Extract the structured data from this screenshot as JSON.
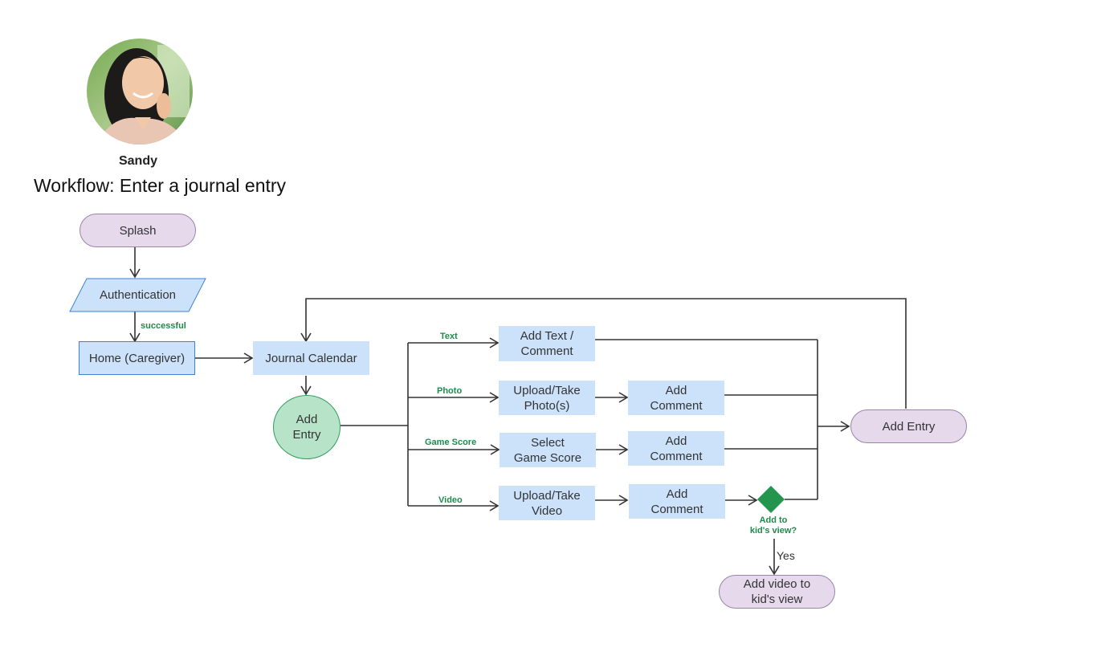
{
  "persona": {
    "name": "Sandy",
    "avatar": "woman-portrait-photo"
  },
  "title": "Workflow: Enter a journal entry",
  "nodes": {
    "splash": "Splash",
    "authentication": "Authentication",
    "home": "Home (Caregiver)",
    "journal_calendar": "Journal Calendar",
    "add_entry_start": "Add\nEntry",
    "add_text": "Add Text /\nComment",
    "upload_photo": "Upload/Take\nPhoto(s)",
    "photo_comment": "Add\nComment",
    "select_game": "Select\nGame Score",
    "game_comment": "Add\nComment",
    "upload_video": "Upload/Take\nVideo",
    "video_comment": "Add\nComment",
    "add_entry_end": "Add Entry",
    "add_video_kids": "Add video to\nkid's view"
  },
  "edge_labels": {
    "successful": "successful",
    "text": "Text",
    "photo": "Photo",
    "game_score": "Game Score",
    "video": "Video",
    "decision": "Add to\nkid's view?",
    "yes": "Yes"
  },
  "colors": {
    "terminal": "#e6d9ec",
    "process": "#cce2fb",
    "start": "#b7e4c8",
    "decision": "#23954f",
    "label_green": "#1f8a4c",
    "line": "#333333"
  }
}
